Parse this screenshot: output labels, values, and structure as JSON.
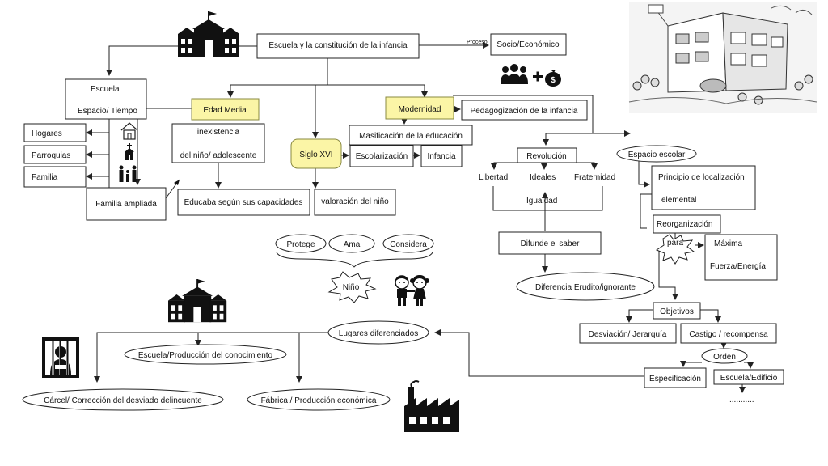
{
  "nodes": {
    "title": "Escuela y la constitución de la infancia",
    "proceso": "Proceso",
    "socio": "Socio/Económico",
    "escuela": "Escuela",
    "espacio_tiempo": "Espacio/ Tiempo",
    "hogares": "Hogares",
    "parroquias": "Parroquias",
    "familia": "Familia",
    "familia_ampliada": "Familia ampliada",
    "edad_media": "Edad Media",
    "inexistencia": "inexistencia",
    "del_nino": "del niño/ adolescente",
    "educaba": "Educaba según sus capacidades",
    "siglo_xvi": "Siglo XVI",
    "valoracion": "valoración del niño",
    "escolarizacion": "Escolarización",
    "infancia": "Infancia",
    "modernidad": "Modernidad",
    "pedagogizacion": "Pedagogización de la infancia",
    "masificacion": "Masificación de la educación",
    "revolucion": "Revolución",
    "libertad": "Libertad",
    "ideales": "Ideales",
    "fraternidad": "Fraternidad",
    "igualdad": "Igualdad",
    "difunde": "Difunde el saber",
    "diferencia": "Diferencia Erudito/ignorante",
    "espacio_escolar": "Espacio escolar",
    "principio": "Principio de localización",
    "elemental": "elemental",
    "reorganizacion": "Reorganización",
    "para": "para",
    "maxima": "Máxima",
    "fuerza": "Fuerza/Energía",
    "objetivos": "Objetivos",
    "desviacion": "Desviación/ Jerarquía",
    "castigo": "Castigo / recompensa",
    "orden": "Orden",
    "especificacion": "Especificación",
    "escuela_edificio": "Escuela/Edificio",
    "dots": "...........",
    "protege": "Protege",
    "ama": "Ama",
    "considera": "Considera",
    "nino": "Niño",
    "lugares": "Lugares diferenciados",
    "escuela_produccion": "Escuela/Producción del conocimiento",
    "carcel": "Cárcel/ Corrección del desviado delincuente",
    "fabrica": "Fábrica / Producción económica"
  },
  "icons": [
    "school-icon",
    "people-money-icon",
    "house-icon",
    "church-icon",
    "family-icon",
    "children-icon",
    "prison-icon",
    "factory-icon",
    "cartoon-illustration"
  ],
  "colors": {
    "highlight": "#fbf5a6",
    "line": "#222222"
  }
}
